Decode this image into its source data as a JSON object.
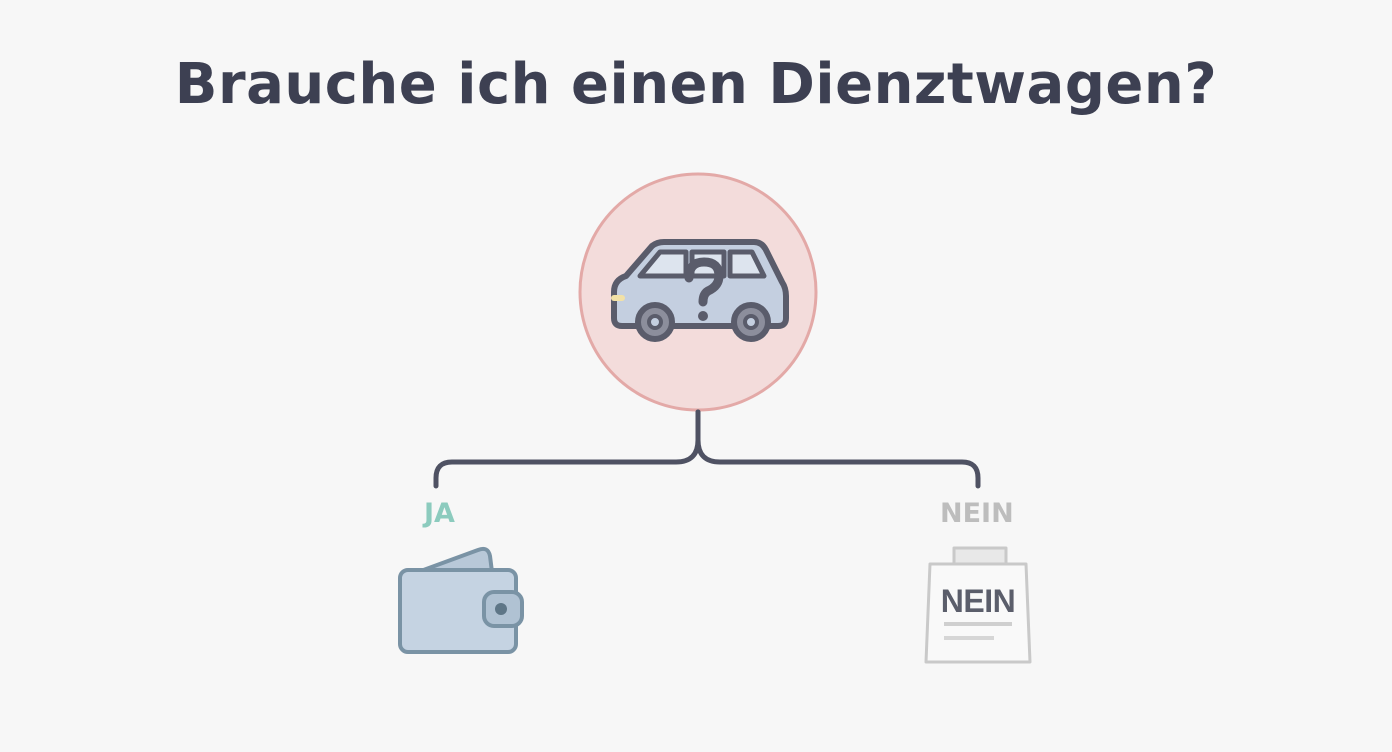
{
  "title": "Brauche ich einen Dienztwagen?",
  "center_node": {
    "icon": "car-question-icon",
    "circle_fill": "#f3dcdb",
    "circle_stroke": "#e3a9a7",
    "car_fill": "#c4cfe0",
    "outline": "#5a5c6b"
  },
  "connector_color": "#4f5263",
  "branches": {
    "yes": {
      "label": "JA",
      "color": "#8ccbbe",
      "icon": "wallet-icon",
      "icon_fill": "#c5d3e2",
      "icon_stroke": "#7a93a5"
    },
    "no": {
      "label": "NEIN",
      "color": "#bdbdbd",
      "icon": "no-sign-icon",
      "sign_text": "NEIN",
      "icon_stroke": "#c9c9c9"
    }
  }
}
